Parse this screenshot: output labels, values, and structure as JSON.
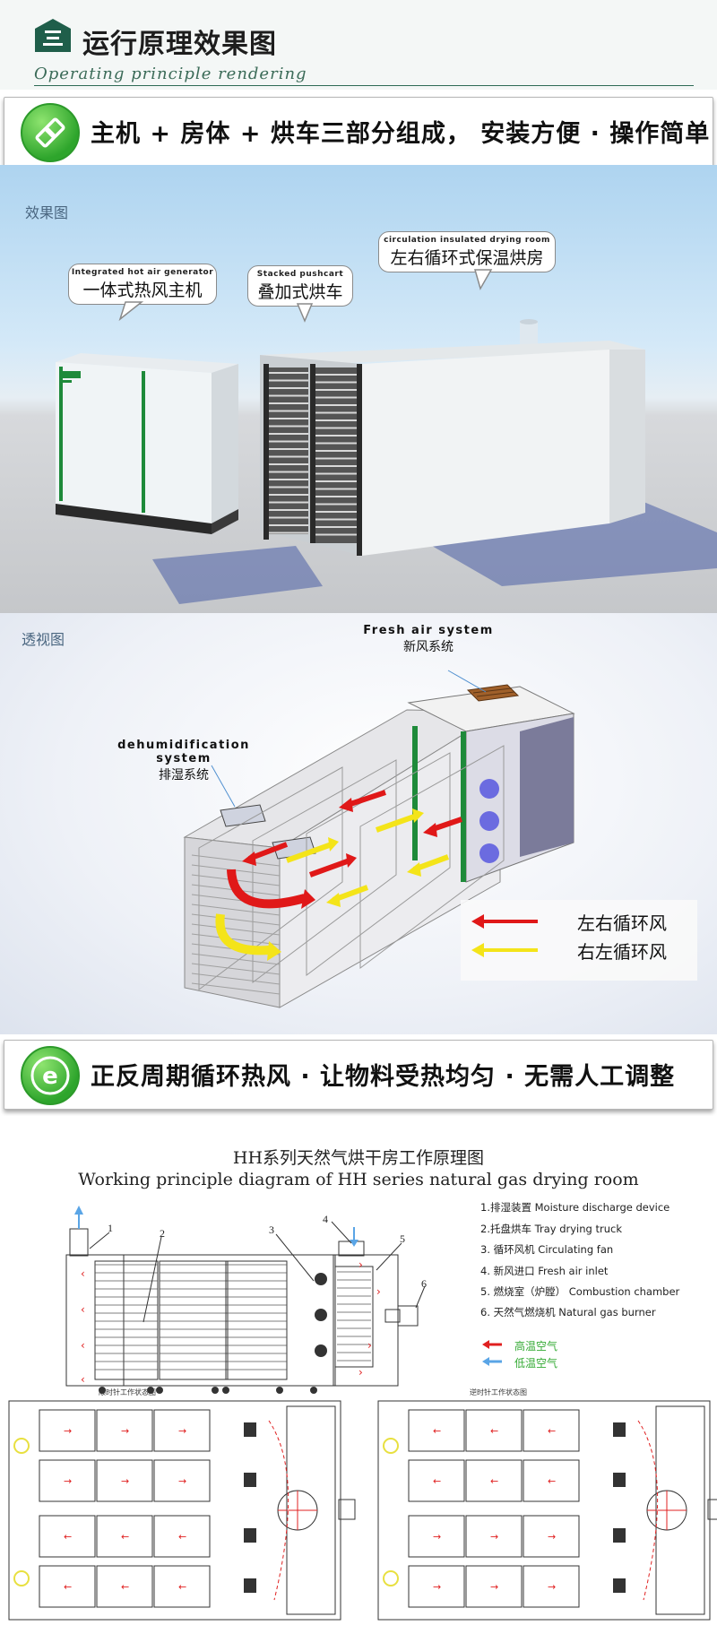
{
  "header": {
    "badge_letter": "三",
    "title": "运行原理效果图",
    "subtitle": "Operating principle rendering"
  },
  "banner1": {
    "text": "主机 + 房体 + 烘车三部分组成， 安装方便 · 操作简单"
  },
  "effect_section": {
    "label": "效果图",
    "callouts": [
      {
        "en": "Integrated hot air generator",
        "zh": "一体式热风主机"
      },
      {
        "en": "Stacked pushcart",
        "zh": "叠加式烘车"
      },
      {
        "en": "circulation insulated drying room",
        "zh": "左右循环式保温烘房"
      }
    ]
  },
  "perspective_section": {
    "label": "透视图",
    "fresh_air": {
      "en": "Fresh air system",
      "zh": "新风系统"
    },
    "dehumid": {
      "en": "dehumidification system",
      "zh": "排湿系统"
    },
    "legend": [
      {
        "label": "左右循环风",
        "color": "#e01818"
      },
      {
        "label": "右左循环风",
        "color": "#f4e419"
      }
    ]
  },
  "banner2": {
    "text": "正反周期循环热风 · 让物料受热均匀 · 无需人工调整",
    "badge_letter": "e"
  },
  "diagram": {
    "title_zh": "HH系列天然气烘干房工作原理图",
    "title_en": "Working principle diagram of HH series natural gas drying room",
    "items": [
      "1.排湿装置  Moisture discharge device",
      "2.托盘烘车  Tray drying truck",
      "3. 循环风机 Circulating fan",
      "4. 新风进口 Fresh air inlet",
      "5. 燃烧室（炉膛）  Combustion chamber",
      "6. 天然气燃烧机  Natural gas burner"
    ],
    "numbers": [
      "1",
      "2",
      "3",
      "4",
      "5",
      "6"
    ],
    "legend": [
      {
        "label": "高温空气",
        "color": "#e02020"
      },
      {
        "label": "低温空气",
        "color": "#5aa5e6"
      }
    ],
    "plan_left_caption": "顺时针工作状态图",
    "plan_right_caption": "逆时针工作状态图"
  }
}
